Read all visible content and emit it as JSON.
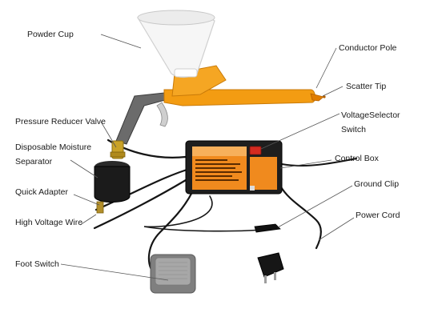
{
  "labels": {
    "powder_cup": "Powder Cup",
    "conductor_pole": "Conductor Pole",
    "scatter_tip": "Scatter Tip",
    "pressure_reducer_valve": "Pressure Reducer Valve",
    "voltage_selector_line1": "VoltageSelector",
    "voltage_selector_line2": "Switch",
    "disposable_moisture_line1": "Disposable Moisture",
    "disposable_moisture_line2": "Separator",
    "control_box": "Control Box",
    "ground_clip": "Ground Clip",
    "quick_adapter": "Quick Adapter",
    "power_cord": "Power Cord",
    "high_voltage_wire": "High Voltage Wire",
    "foot_switch": "Foot Switch"
  },
  "colors": {
    "gun_orange": "#f39c12",
    "cup_white": "#f4f4f4",
    "box_black": "#1e1e1e",
    "panel_orange": "#f08a1e",
    "switch_red": "#d42a20",
    "pedal_gray": "#8c8c8c",
    "leader_line": "#555555"
  }
}
